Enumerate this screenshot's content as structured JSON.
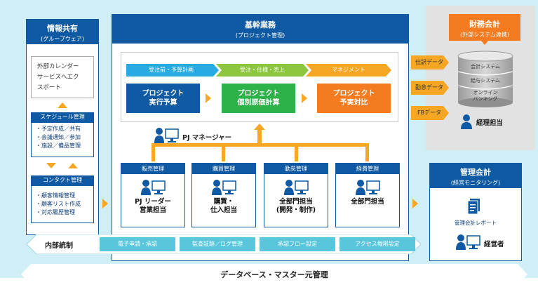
{
  "info": {
    "title": "情報共有",
    "subtitle": "(グループウェア)",
    "export_lines": [
      "外部カレンダー",
      "サービスへエク",
      "スポート"
    ],
    "schedule": {
      "title": "スケジュール管理",
      "items": [
        "・予定作成／共有",
        "・会議通知／参加",
        "・施設／備品管理"
      ]
    },
    "contact": {
      "title": "コンタクト管理",
      "items": [
        "・顧客情報管理",
        "・顧客リスト作成",
        "・対応履歴管理"
      ]
    }
  },
  "core": {
    "title": "基幹業務",
    "subtitle": "(プロジェクト管理)",
    "phases": [
      "受注前・予算計画",
      "受注・仕様・売上",
      "マネジメント"
    ],
    "projects": [
      {
        "line1": "プロジェクト",
        "line2": "実行予算",
        "color": "#0f5aa3"
      },
      {
        "line1": "プロジェクト",
        "line2": "個別原価計算",
        "color": "#2db24a"
      },
      {
        "line1": "プロジェクト",
        "line2": "予実対比",
        "color": "#f47b20"
      }
    ],
    "pm_label": "PJ マネージャー",
    "depts": [
      {
        "title": "販売管理",
        "lines": [
          "PJ リーダー",
          "営業担当"
        ]
      },
      {
        "title": "購買管理",
        "lines": [
          "購買・",
          "仕入担当"
        ]
      },
      {
        "title": "勤怠管理",
        "lines": [
          "全部門担当",
          "(開発・制作)"
        ]
      },
      {
        "title": "経費管理",
        "lines": [
          "全部門担当"
        ]
      }
    ]
  },
  "data_flows": [
    "仕訳データ",
    "勤怠データ",
    "FBデータ"
  ],
  "finance": {
    "title": "財務会計",
    "subtitle": "(外部システム連携)",
    "systems": [
      "会計システム",
      "給与システム",
      "オンライン",
      "バンキング"
    ],
    "person": "経理担当"
  },
  "mgmt": {
    "title": "管理会計",
    "subtitle": "(経営モニタリング)",
    "report": "管理会計レポート",
    "person": "経営者"
  },
  "control": {
    "title": "内部統制",
    "items": [
      "電子申請・承認",
      "監査証跡／ログ管理",
      "承認フロー設定",
      "アクセス権限設定"
    ]
  },
  "footer": "データベース・マスター元管理",
  "colors": {
    "blue": "#0f5aa3",
    "orange": "#f5a623",
    "green": "#2db24a",
    "light": "#cfeef6",
    "teal": "#59c6dc"
  }
}
